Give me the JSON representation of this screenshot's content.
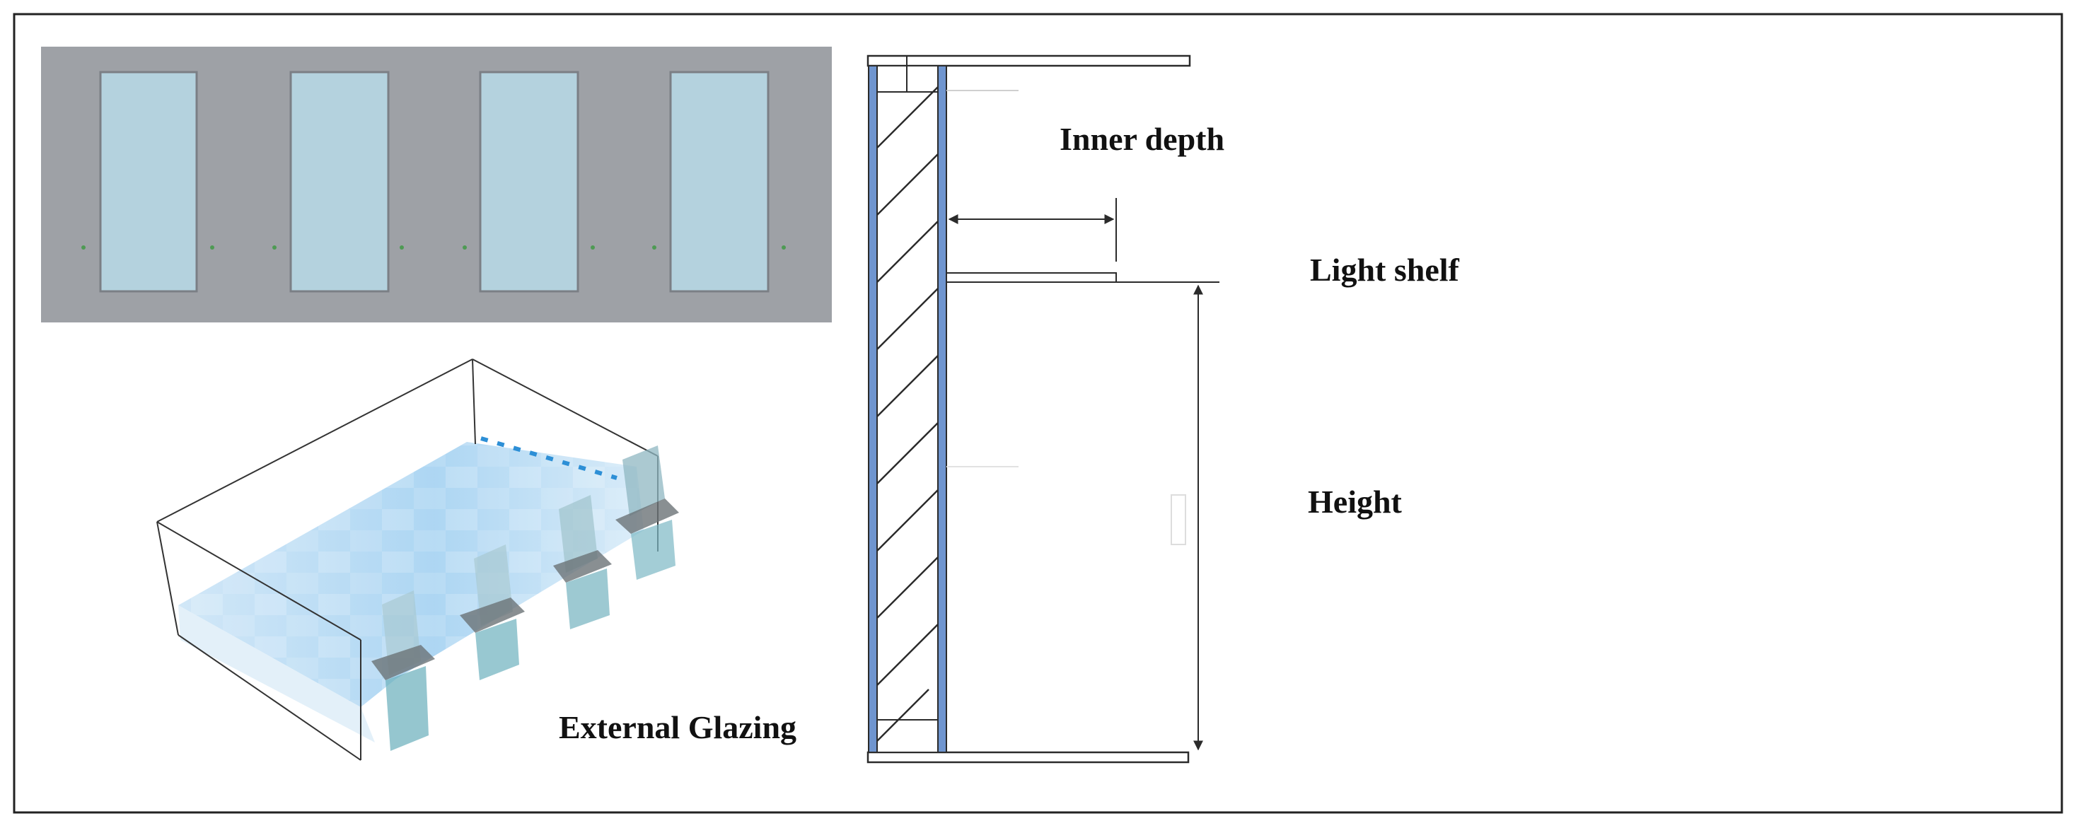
{
  "labels": {
    "inner_depth": "Inner depth",
    "light_shelf": "Light shelf",
    "height": "Height",
    "external_glazing": "External Glazing"
  },
  "elevation": {
    "window_count": 4
  },
  "colors": {
    "wall_gray": "#9ea1a6",
    "window_blue": "#b4d2de",
    "glass_blue": "#6f95cf",
    "floor_light_blue": "#a6d3f2",
    "floor_pale": "#dcecf8",
    "line_dark": "#2b2b2b"
  }
}
